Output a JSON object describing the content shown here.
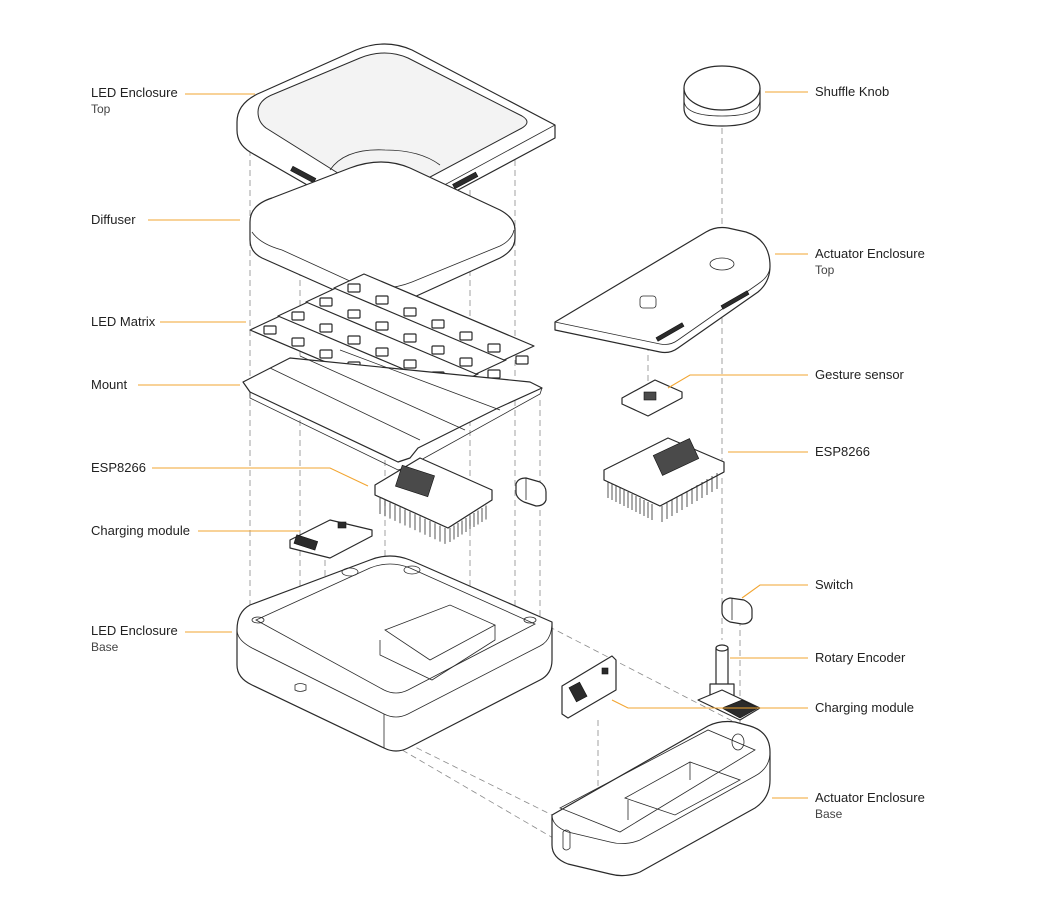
{
  "labels": {
    "led_enclosure_top": {
      "title": "LED Enclosure",
      "sub": "Top"
    },
    "diffuser": {
      "title": "Diffuser"
    },
    "led_matrix": {
      "title": "LED Matrix"
    },
    "mount": {
      "title": "Mount"
    },
    "esp8266_left": {
      "title": "ESP8266"
    },
    "charging_module_left": {
      "title": "Charging module"
    },
    "led_enclosure_base": {
      "title": "LED Enclosure",
      "sub": "Base"
    },
    "shuffle_knob": {
      "title": "Shuffle Knob"
    },
    "actuator_enclosure_top": {
      "title": "Actuator Enclosure",
      "sub": "Top"
    },
    "gesture_sensor": {
      "title": "Gesture sensor"
    },
    "esp8266_right": {
      "title": "ESP8266"
    },
    "switch": {
      "title": "Switch"
    },
    "rotary_encoder": {
      "title": "Rotary Encoder"
    },
    "charging_module_right": {
      "title": "Charging module"
    },
    "actuator_enclosure_base": {
      "title": "Actuator Enclosure",
      "sub": "Base"
    }
  },
  "colors": {
    "leader": "#f2a531",
    "line": "#2a2a2a",
    "guide": "#8a8a8a"
  }
}
